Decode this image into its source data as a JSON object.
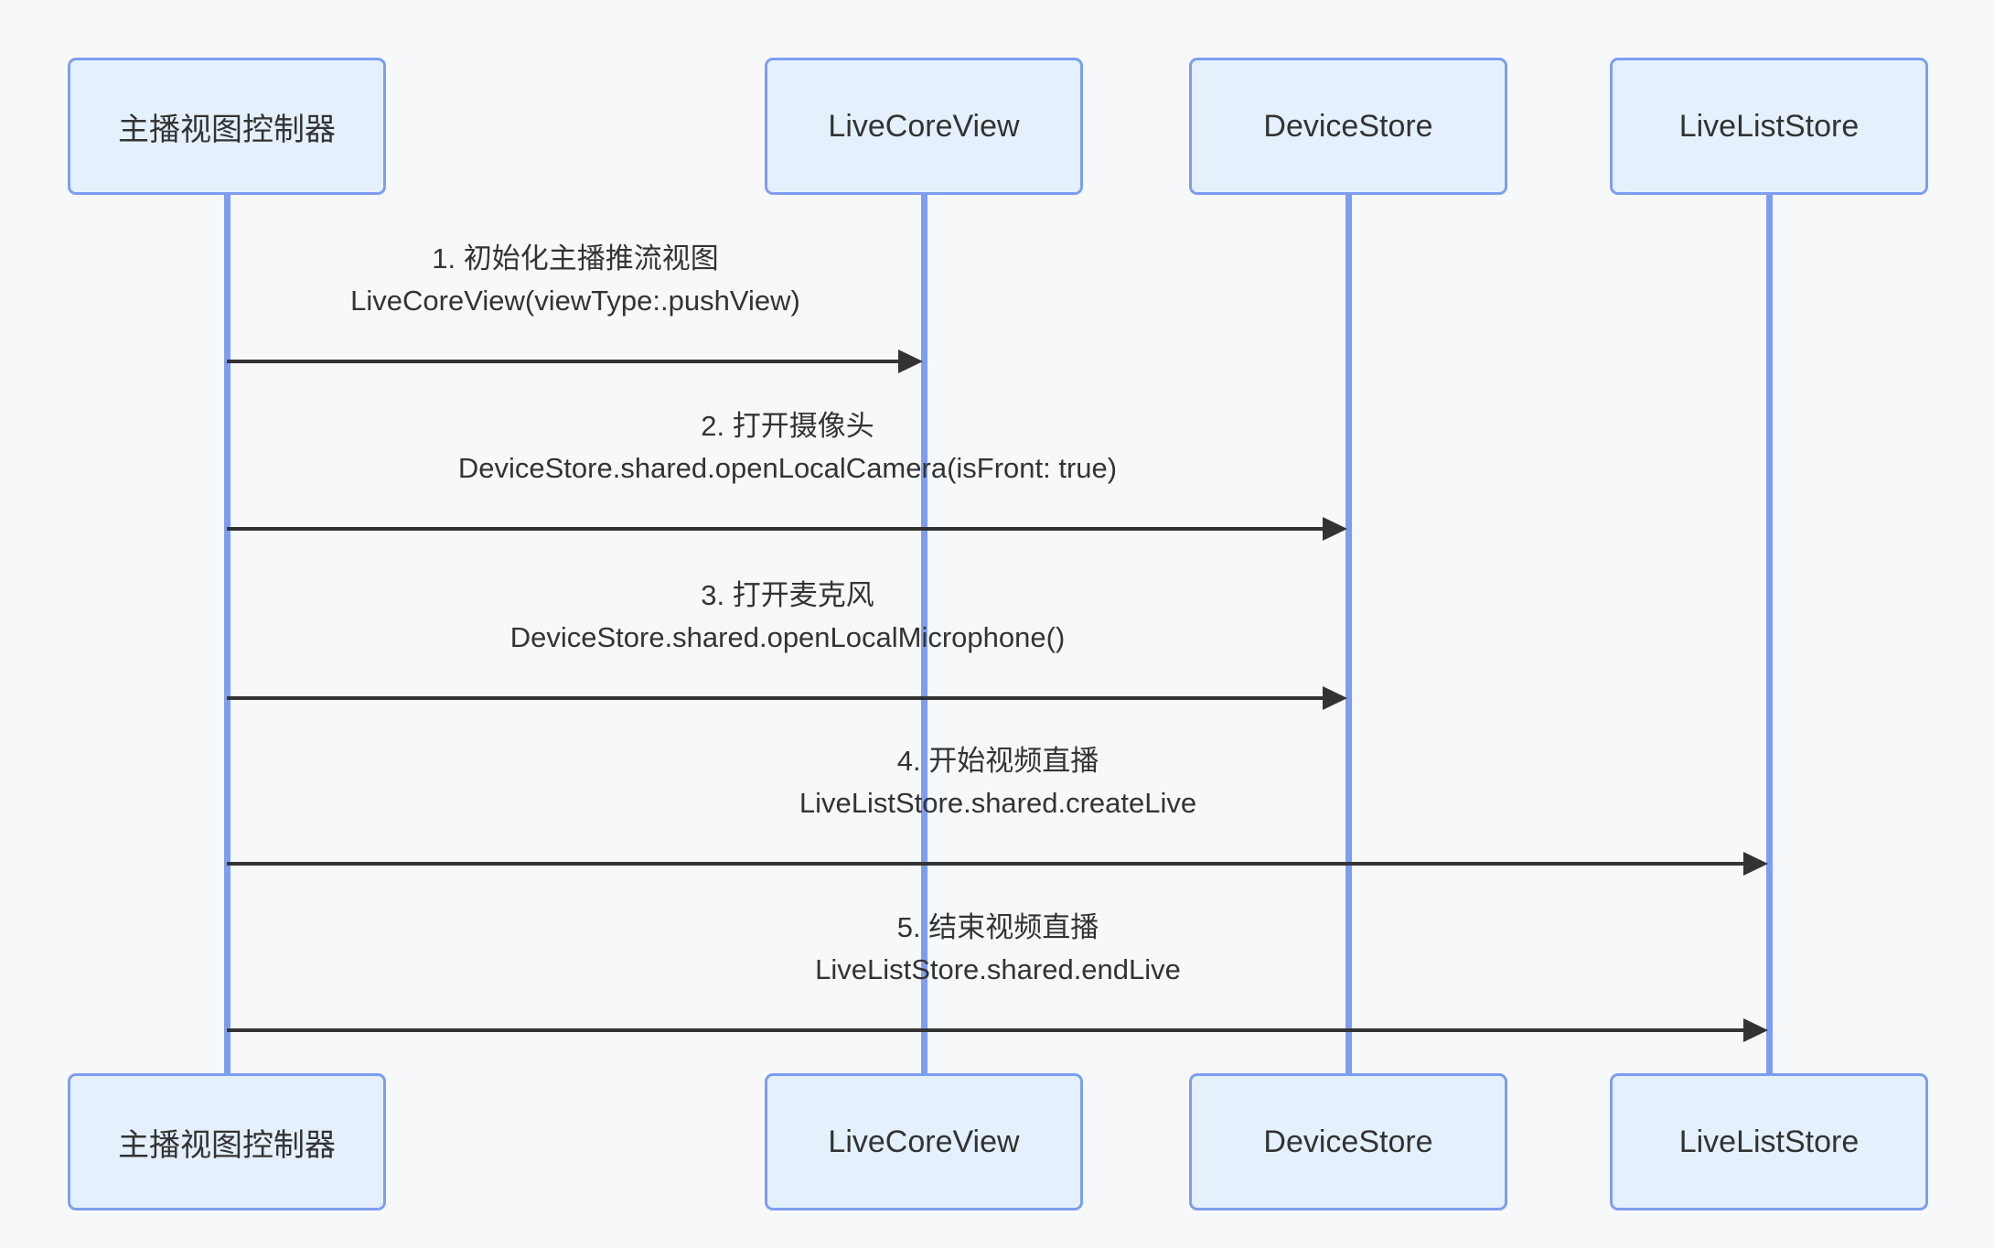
{
  "diagram": {
    "type": "sequence-diagram",
    "background": "#f7f8fa",
    "actor_fill": "#e4f1fc",
    "actor_border": "#7d9ef0",
    "lifeline_color": "#7d9ef0",
    "arrow_color": "#333333",
    "text_color": "#333333"
  },
  "actors": [
    {
      "id": "anchor-view-controller",
      "label": "主播视图控制器"
    },
    {
      "id": "live-core-view",
      "label": "LiveCoreView"
    },
    {
      "id": "device-store",
      "label": "DeviceStore"
    },
    {
      "id": "live-list-store",
      "label": "LiveListStore"
    }
  ],
  "messages": [
    {
      "seq": "1",
      "from": "主播视图控制器",
      "to": "LiveCoreView",
      "line1": "1. 初始化主播推流视图",
      "line2": "LiveCoreView(viewType:.pushView)"
    },
    {
      "seq": "2",
      "from": "主播视图控制器",
      "to": "DeviceStore",
      "line1": "2. 打开摄像头",
      "line2": "DeviceStore.shared.openLocalCamera(isFront: true)"
    },
    {
      "seq": "3",
      "from": "主播视图控制器",
      "to": "DeviceStore",
      "line1": "3. 打开麦克风",
      "line2": "DeviceStore.shared.openLocalMicrophone()"
    },
    {
      "seq": "4",
      "from": "主播视图控制器",
      "to": "LiveListStore",
      "line1": "4. 开始视频直播",
      "line2": "LiveListStore.shared.createLive"
    },
    {
      "seq": "5",
      "from": "主播视图控制器",
      "to": "LiveListStore",
      "line1": "5. 结束视频直播",
      "line2": "LiveListStore.shared.endLive"
    }
  ]
}
